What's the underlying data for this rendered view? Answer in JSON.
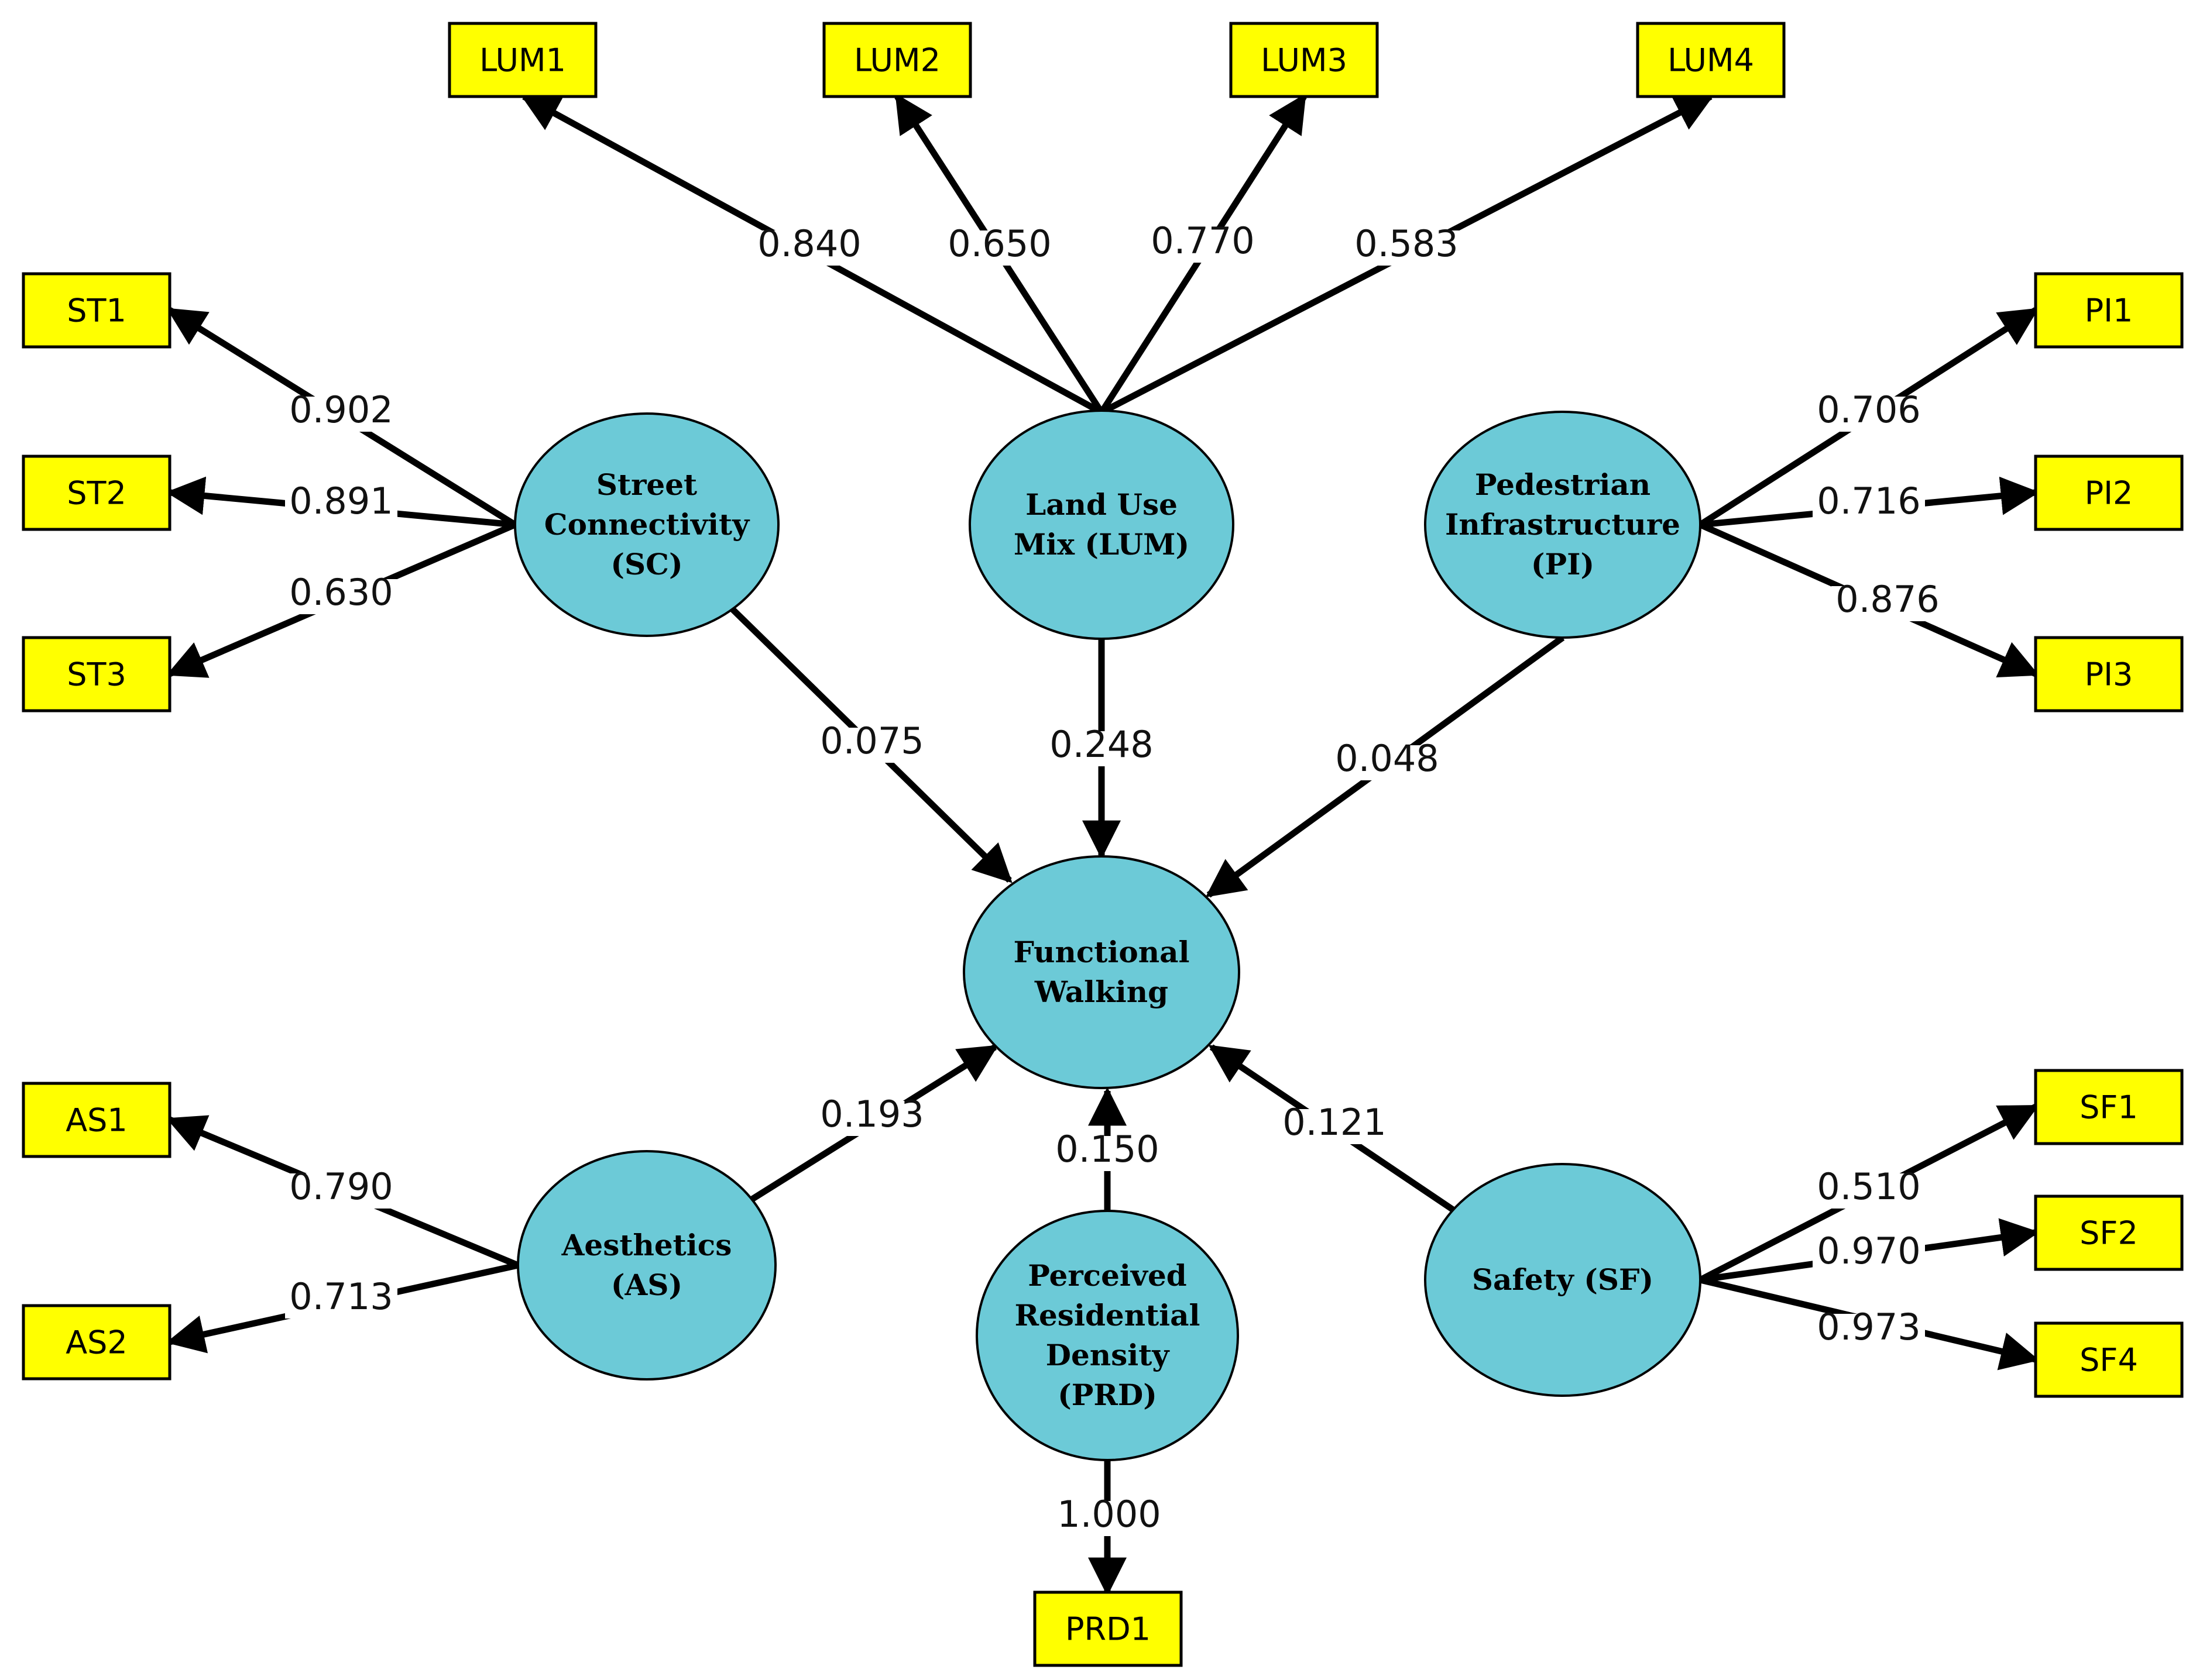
{
  "colors": {
    "indicator_fill": "#ffff00",
    "latent_fill": "#6ccad7",
    "line": "#000000"
  },
  "latents": [
    {
      "id": "SC",
      "lines": [
        "Street",
        "Connectivity",
        "(SC)"
      ]
    },
    {
      "id": "LUM",
      "lines": [
        "Land Use",
        "Mix (LUM)"
      ]
    },
    {
      "id": "PI",
      "lines": [
        "Pedestrian",
        "Infrastructure",
        "(PI)"
      ]
    },
    {
      "id": "FW",
      "lines": [
        "Functional",
        "Walking"
      ]
    },
    {
      "id": "AS",
      "lines": [
        "Aesthetics",
        "(AS)"
      ]
    },
    {
      "id": "PRD",
      "lines": [
        "Perceived",
        "Residential",
        "Density",
        "(PRD)"
      ]
    },
    {
      "id": "SF",
      "lines": [
        "Safety (SF)"
      ]
    }
  ],
  "indicators": [
    {
      "id": "LUM1",
      "label": "LUM1"
    },
    {
      "id": "LUM2",
      "label": "LUM2"
    },
    {
      "id": "LUM3",
      "label": "LUM3"
    },
    {
      "id": "LUM4",
      "label": "LUM4"
    },
    {
      "id": "ST1",
      "label": "ST1"
    },
    {
      "id": "ST2",
      "label": "ST2"
    },
    {
      "id": "ST3",
      "label": "ST3"
    },
    {
      "id": "PI1",
      "label": "PI1"
    },
    {
      "id": "PI2",
      "label": "PI2"
    },
    {
      "id": "PI3",
      "label": "PI3"
    },
    {
      "id": "AS1",
      "label": "AS1"
    },
    {
      "id": "AS2",
      "label": "AS2"
    },
    {
      "id": "SF1",
      "label": "SF1"
    },
    {
      "id": "SF2",
      "label": "SF2"
    },
    {
      "id": "SF4",
      "label": "SF4"
    },
    {
      "id": "PRD1",
      "label": "PRD1"
    }
  ],
  "loadings": [
    {
      "from": "LUM",
      "to": "LUM1",
      "value": "0.840"
    },
    {
      "from": "LUM",
      "to": "LUM2",
      "value": "0.650"
    },
    {
      "from": "LUM",
      "to": "LUM3",
      "value": "0.770"
    },
    {
      "from": "LUM",
      "to": "LUM4",
      "value": "0.583"
    },
    {
      "from": "SC",
      "to": "ST1",
      "value": "0.902"
    },
    {
      "from": "SC",
      "to": "ST2",
      "value": "0.891"
    },
    {
      "from": "SC",
      "to": "ST3",
      "value": "0.630"
    },
    {
      "from": "PI",
      "to": "PI1",
      "value": "0.706"
    },
    {
      "from": "PI",
      "to": "PI2",
      "value": "0.716"
    },
    {
      "from": "PI",
      "to": "PI3",
      "value": "0.876"
    },
    {
      "from": "AS",
      "to": "AS1",
      "value": "0.790"
    },
    {
      "from": "AS",
      "to": "AS2",
      "value": "0.713"
    },
    {
      "from": "SF",
      "to": "SF1",
      "value": "0.510"
    },
    {
      "from": "SF",
      "to": "SF2",
      "value": "0.970"
    },
    {
      "from": "SF",
      "to": "SF4",
      "value": "0.973"
    },
    {
      "from": "PRD",
      "to": "PRD1",
      "value": "1.000"
    }
  ],
  "paths": [
    {
      "from": "SC",
      "to": "FW",
      "value": "0.075"
    },
    {
      "from": "LUM",
      "to": "FW",
      "value": "0.248"
    },
    {
      "from": "PI",
      "to": "FW",
      "value": "0.048"
    },
    {
      "from": "AS",
      "to": "FW",
      "value": "0.193"
    },
    {
      "from": "PRD",
      "to": "FW",
      "value": "0.150"
    },
    {
      "from": "SF",
      "to": "FW",
      "value": "0.121"
    }
  ]
}
